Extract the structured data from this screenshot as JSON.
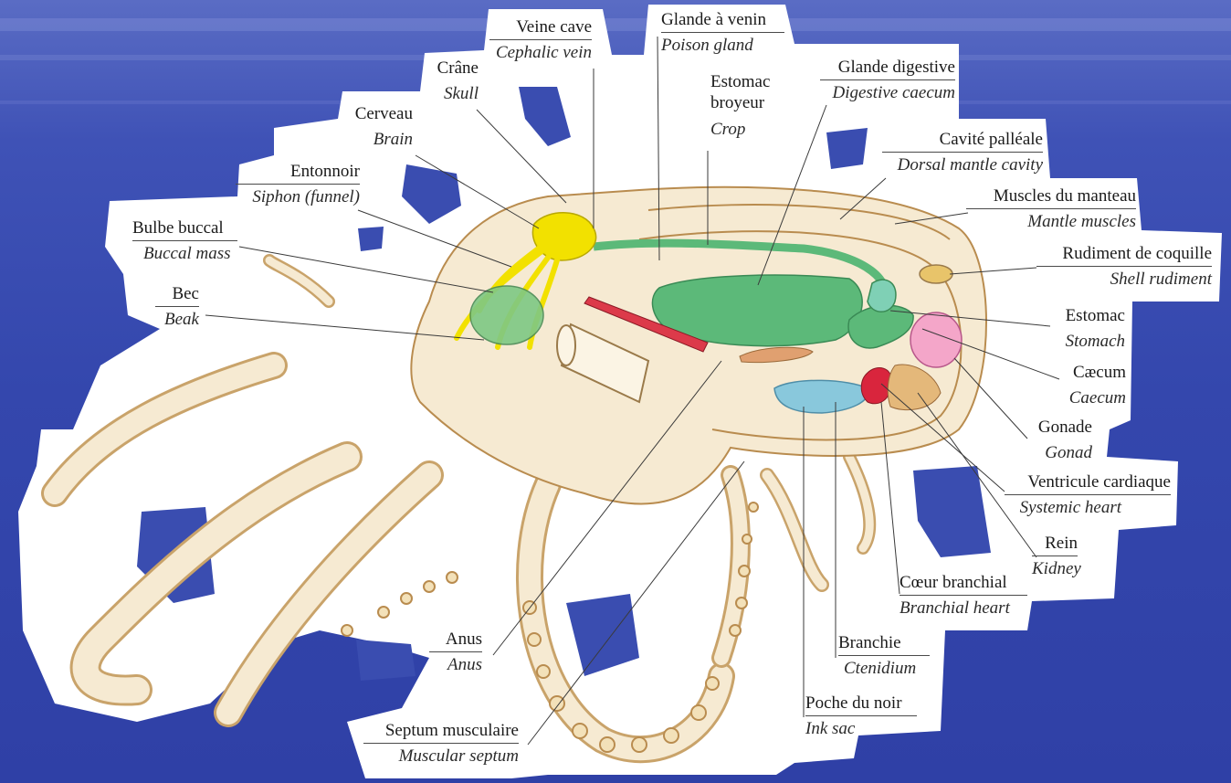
{
  "colors": {
    "background": "#3447ad",
    "card": "#ffffff",
    "body": "#f2e4c4",
    "body_outline": "#b98c4f",
    "nervous": "#f2e100",
    "digestive": "#5cb979",
    "poison": "#dc3a4a",
    "gonad": "#f4a6c9",
    "gill": "#89c8dc",
    "heart": "#d9253d",
    "kidney": "#e4b87a",
    "shell": "#e8c46a"
  },
  "labels": {
    "veine_cave": {
      "fr": "Veine cave",
      "en": "Cephalic vein"
    },
    "crane": {
      "fr": "Crâne",
      "en": "Skull"
    },
    "cerveau": {
      "fr": "Cerveau",
      "en": "Brain"
    },
    "entonnoir": {
      "fr": "Entonnoir",
      "en": "Siphon (funnel)"
    },
    "bulbe_buccal": {
      "fr": "Bulbe buccal",
      "en": "Buccal mass"
    },
    "bec": {
      "fr": "Bec",
      "en": "Beak"
    },
    "glande_venin": {
      "fr": "Glande à venin",
      "en": "Poison gland"
    },
    "estomac_broyeur": {
      "fr1": "Estomac",
      "fr2": "broyeur",
      "en": "Crop"
    },
    "glande_digestive": {
      "fr": "Glande digestive",
      "en": "Digestive caecum"
    },
    "cavite_palleale": {
      "fr": "Cavité palléale",
      "en": "Dorsal mantle cavity"
    },
    "muscles_manteau": {
      "fr": "Muscles du manteau",
      "en": "Mantle muscles"
    },
    "rudiment_coquille": {
      "fr": "Rudiment de coquille",
      "en": "Shell rudiment"
    },
    "estomac": {
      "fr": "Estomac",
      "en": "Stomach"
    },
    "caecum": {
      "fr": "Cæcum",
      "en": "Caecum"
    },
    "gonade": {
      "fr": "Gonade",
      "en": "Gonad"
    },
    "ventricule": {
      "fr": "Ventricule cardiaque",
      "en": "Systemic heart"
    },
    "rein": {
      "fr": "Rein",
      "en": "Kidney"
    },
    "coeur_branchial": {
      "fr": "Cœur branchial",
      "en": "Branchial heart"
    },
    "branchie": {
      "fr": "Branchie",
      "en": "Ctenidium"
    },
    "poche_noir": {
      "fr": "Poche du noir",
      "en": "Ink sac"
    },
    "anus": {
      "fr": "Anus",
      "en": "Anus"
    },
    "septum": {
      "fr": "Septum musculaire",
      "en": "Muscular septum"
    }
  }
}
